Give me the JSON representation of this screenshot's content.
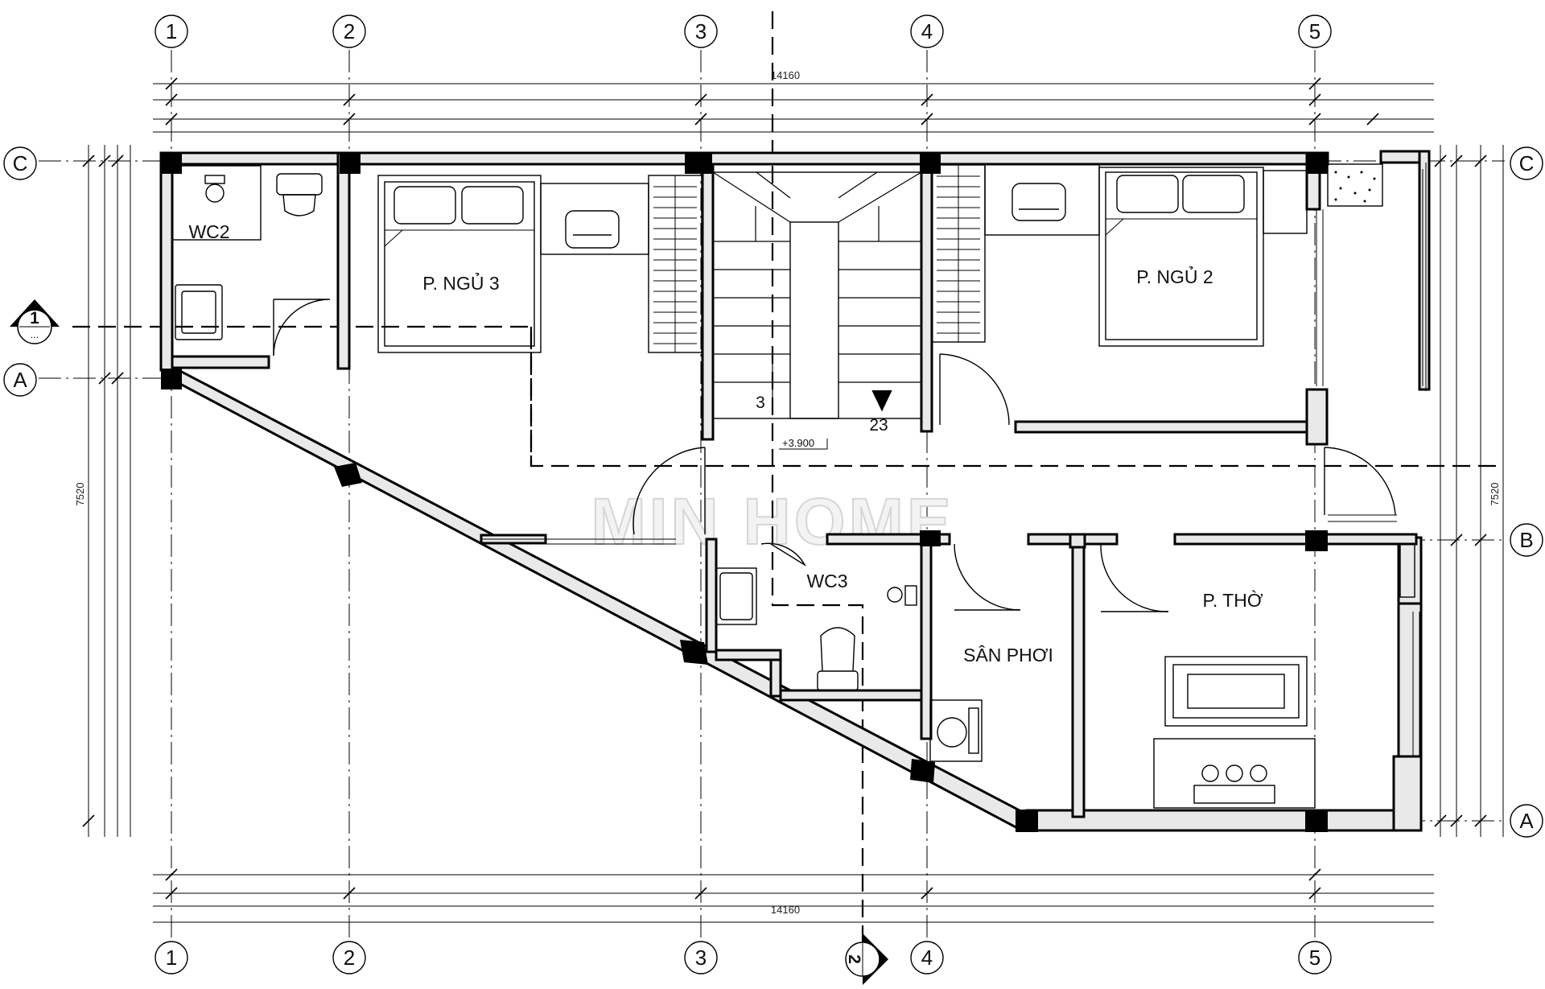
{
  "axes": {
    "grid_numbers": [
      "1",
      "2",
      "3",
      "4",
      "5"
    ],
    "grid_letters_left": [
      "C",
      "A"
    ],
    "grid_letters_right": [
      "C",
      "B",
      "A"
    ]
  },
  "dimensions": {
    "overall_width_top": "14160",
    "overall_width_bottom": "14160",
    "overall_depth_left": "7520",
    "overall_depth_right": "7520"
  },
  "rooms": {
    "wc2": "WC2",
    "bedroom3": "P. NGỦ 3",
    "bedroom2": "P. NGỦ 2",
    "wc3": "WC3",
    "drying_yard": "SÂN PHƠI",
    "altar_room": "P. THỜ"
  },
  "stair": {
    "step_start": "3",
    "step_end": "23",
    "level": "+3.900"
  },
  "sections": {
    "section_1": "1",
    "section_1_sub": "...",
    "section_2": "2"
  },
  "watermark": "MIN HOME",
  "colors": {
    "line": "#000000",
    "wall_fill": "#e9e9e9",
    "background": "#ffffff"
  }
}
